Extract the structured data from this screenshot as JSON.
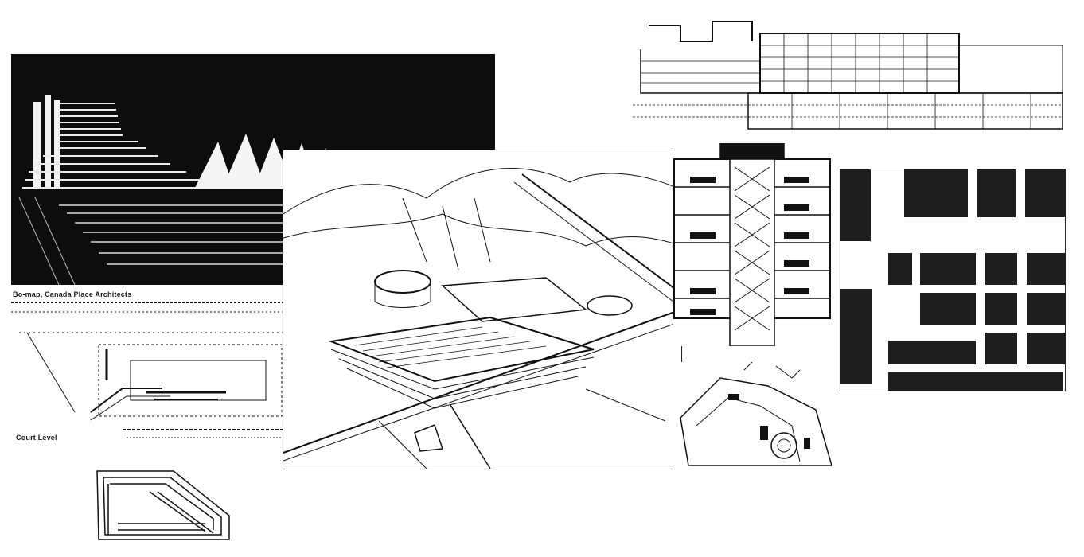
{
  "captions": {
    "photo": "Bo-map, Canada Place Architects",
    "plan": "Court Level"
  },
  "colors": {
    "ink": "#111111",
    "paper": "#ffffff",
    "night": "#0d0d0d",
    "block": "#1e1e1e"
  },
  "panels": {
    "night_photo": "aerial-night-photo",
    "aerial_drawing": "aerial-perspective-drawing",
    "section": "building-section-elevation",
    "parking_section": "parking-tower-section",
    "site_plan": "site-plan-diagram",
    "figure_ground": "figure-ground-map",
    "site_plan_small": "curved-site-plan",
    "plan_detail": "stepped-plan-detail"
  }
}
